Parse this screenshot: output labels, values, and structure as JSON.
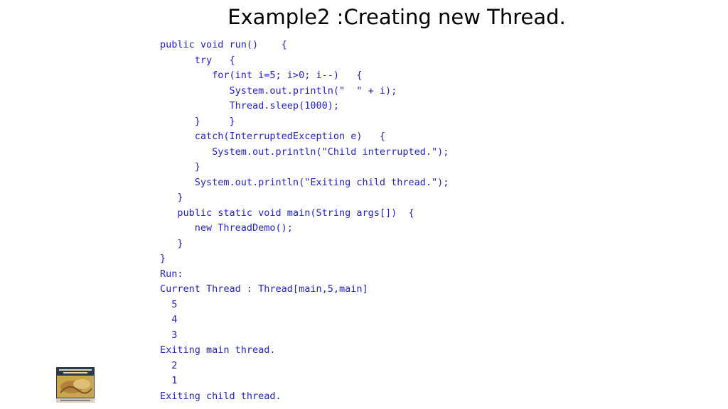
{
  "slide": {
    "title": "Example2 :Creating new Thread.",
    "code_lines": [
      "public void run()    {",
      "      try   {",
      "         for(int i=5; i>0; i--)   {",
      "            System.out.println(\"  \" + i);",
      "            Thread.sleep(1000);",
      "      }     }",
      "      catch(InterruptedException e)   {",
      "         System.out.println(\"Child interrupted.\");",
      "      }",
      "      System.out.println(\"Exiting child thread.\");",
      "   }",
      "   public static void main(String args[])  {",
      "      new ThreadDemo();",
      "   }",
      "}",
      "Run:",
      "Current Thread : Thread[main,5,main]",
      "  5",
      "  4",
      "  3",
      "Exiting main thread.",
      "  2",
      "  1",
      "Exiting child thread."
    ],
    "colors": {
      "code_text": "#2222cc",
      "title_text": "#000000",
      "background": "#ffffff"
    }
  }
}
